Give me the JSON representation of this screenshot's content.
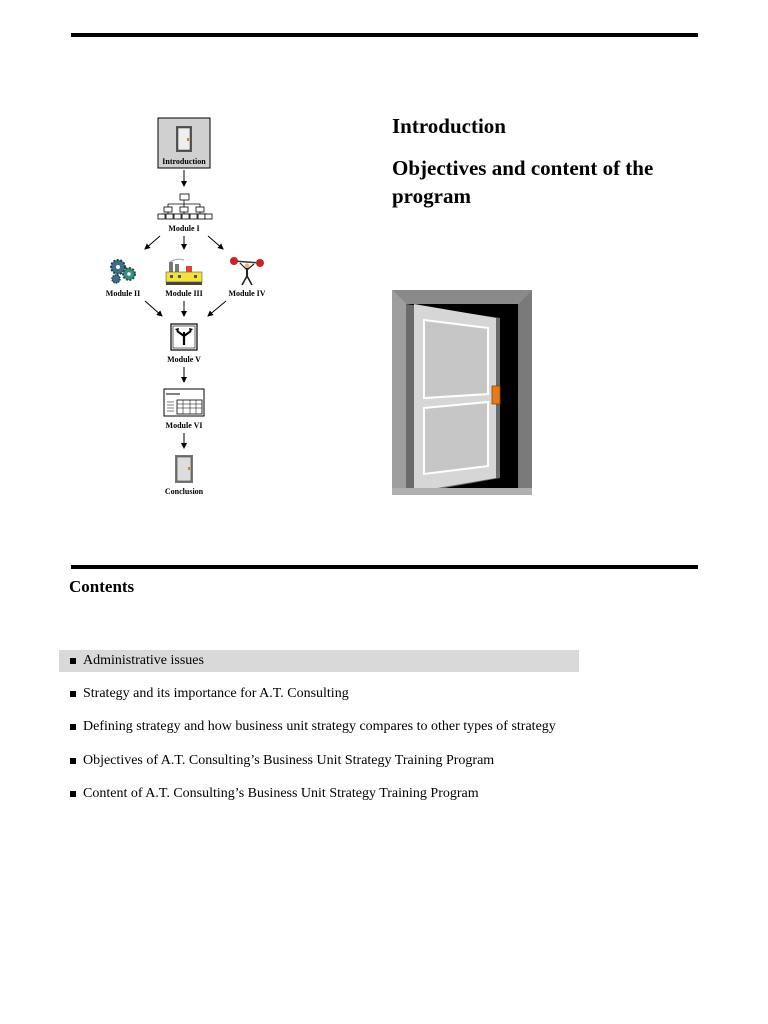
{
  "headings": {
    "introduction": "Introduction",
    "objectives": "Objectives and content of the program"
  },
  "flow": {
    "introduction": "Introduction",
    "module1": "Module I",
    "module2": "Module II",
    "module3": "Module III",
    "module4": "Module IV",
    "module5": "Module V",
    "module6": "Module VI",
    "conclusion": "Conclusion"
  },
  "contents": {
    "title": "Contents",
    "items": [
      {
        "label": "Administrative issues",
        "active": true
      },
      {
        "label": "Strategy and its importance for A.T. Consulting",
        "active": false
      },
      {
        "label": "Defining strategy and how business unit strategy compares to other types of strategy",
        "active": false
      },
      {
        "label": "Objectives of A.T. Consulting’s Business Unit Strategy Training Program",
        "active": false
      },
      {
        "label": "Content of A.T. Consulting’s Business Unit Strategy Training Program",
        "active": false
      }
    ]
  },
  "colors": {
    "rule": "#000000",
    "highlight": "#d9d9d9",
    "door_knob": "#e87a1a"
  },
  "icons": [
    "door-icon",
    "org-chart-icon",
    "gears-icon",
    "factory-icon",
    "weightlifter-icon",
    "crossroads-sign-icon",
    "spreadsheet-icon"
  ]
}
